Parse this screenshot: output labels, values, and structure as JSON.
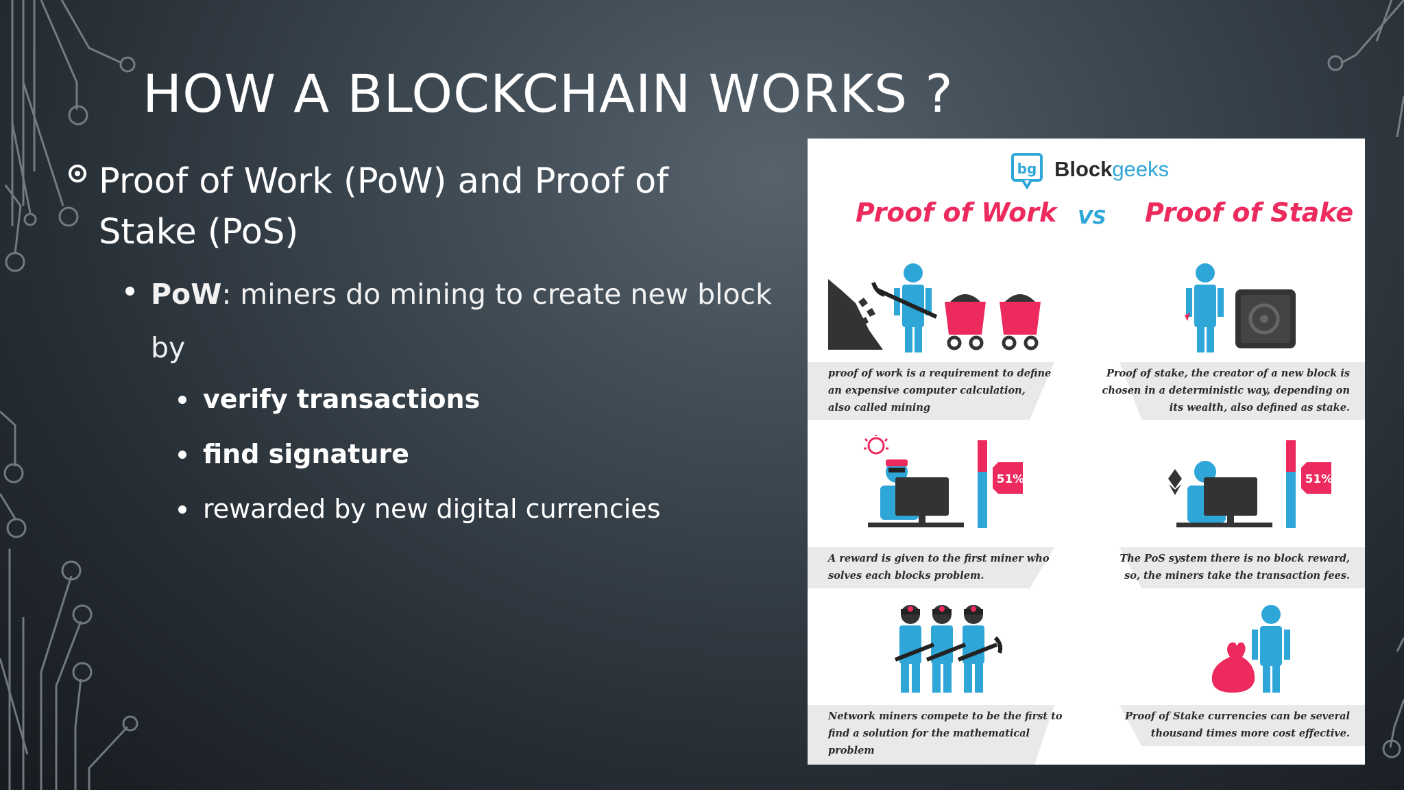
{
  "slide": {
    "title": "HOW A BLOCKCHAIN WORKS ?",
    "bullet1": "Proof of Work (PoW) and Proof of Stake (PoS)",
    "bullet2_bold": "PoW",
    "bullet2_rest": ": miners do mining to create new block by",
    "sub_bullets": [
      {
        "text": "verify transactions",
        "bold": true
      },
      {
        "text": "find signature",
        "bold": true
      },
      {
        "text": "rewarded by new digital currencies",
        "bold": false
      }
    ]
  },
  "infographic": {
    "logo_block": "Block",
    "logo_geeks": "geeks",
    "logo_mark": "bg",
    "heading_left": "Proof of Work",
    "heading_vs": "VS",
    "heading_right": "Proof of Stake",
    "badge_51": "51%",
    "rows": [
      {
        "left": [
          "proof of work is a requirement to define",
          "an expensive computer calculation,",
          "also called mining"
        ],
        "right": [
          "Proof of stake, the creator of a new block is",
          "chosen in a deterministic way, depending on",
          "its wealth, also defined as stake."
        ]
      },
      {
        "left": [
          "A reward is given to the first miner who",
          "solves each blocks problem."
        ],
        "right": [
          "The PoS system there is no block reward,",
          "so, the miners take the transaction fees."
        ]
      },
      {
        "left": [
          "Network miners compete to be the first to",
          "find a solution for the mathematical",
          "problem"
        ],
        "right": [
          "Proof of Stake currencies can be several",
          "thousand times more cost effective."
        ]
      }
    ]
  },
  "colors": {
    "pink": "#ec2a5d",
    "blue": "#2fa6d8",
    "dark": "#3a3a3a",
    "band": "#e8e9ea"
  }
}
